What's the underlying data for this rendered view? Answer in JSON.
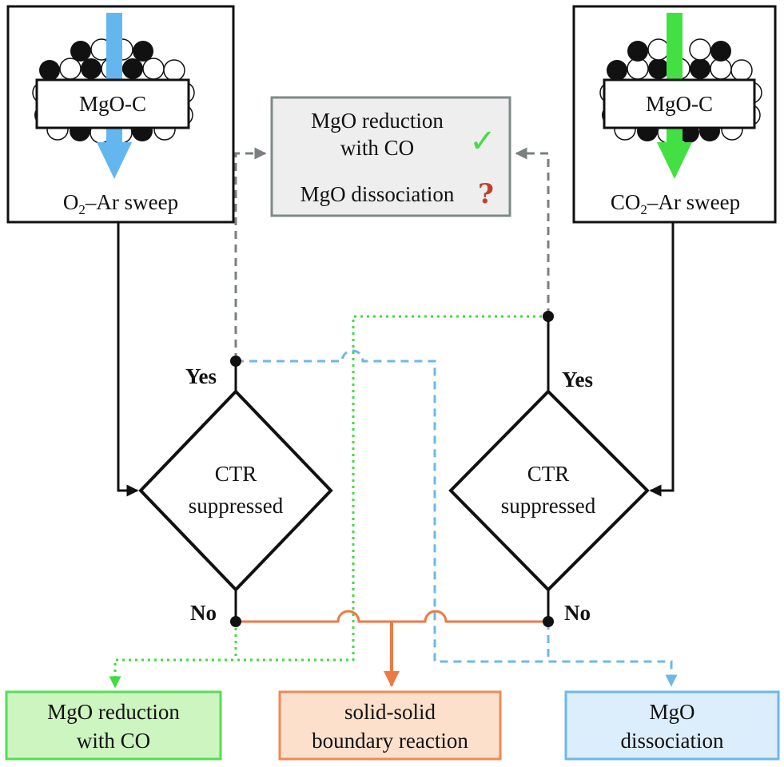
{
  "left_input": {
    "sample_label": "MgO-C",
    "sweep_gas_main": "O",
    "sweep_gas_sub": "2",
    "sweep_gas_rest": "–Ar sweep"
  },
  "right_input": {
    "sample_label": "MgO-C",
    "sweep_gas_main": "CO",
    "sweep_gas_sub": "2",
    "sweep_gas_rest": "–Ar sweep"
  },
  "top_result": {
    "line1": "MgO reduction",
    "line2": "with CO",
    "line3": "MgO dissociation",
    "check_mark": "✓",
    "question_mark": "?"
  },
  "left_decision": {
    "line1": "CTR",
    "line2": "suppressed",
    "yes_label": "Yes",
    "no_label": "No"
  },
  "right_decision": {
    "line1": "CTR",
    "line2": "suppressed",
    "yes_label": "Yes",
    "no_label": "No"
  },
  "outcomes": {
    "reduction": {
      "line1": "MgO reduction",
      "line2": "with CO"
    },
    "boundary": {
      "line1": "solid-solid",
      "line2": "boundary reaction"
    },
    "dissociation": {
      "line1": "MgO",
      "line2": "dissociation"
    }
  },
  "colors": {
    "black": "#111111",
    "gray_dashed": "#7a7f80",
    "green": "#3fdc3f",
    "orange": "#ec7a44",
    "blue": "#6cb8e8",
    "arrow_blue": "#64b6ef",
    "arrow_green": "#43e043",
    "top_box_fill": "#eeeeee",
    "top_box_stroke": "#7d8a88",
    "reduction_fill": "#cdf5c0",
    "reduction_stroke": "#55dd55",
    "boundary_fill": "#fce0cc",
    "boundary_stroke": "#ee8a55",
    "dissociation_fill": "#dceefb",
    "dissociation_stroke": "#6cb8e8",
    "check": "#44dd44",
    "question": "#c0402a"
  }
}
